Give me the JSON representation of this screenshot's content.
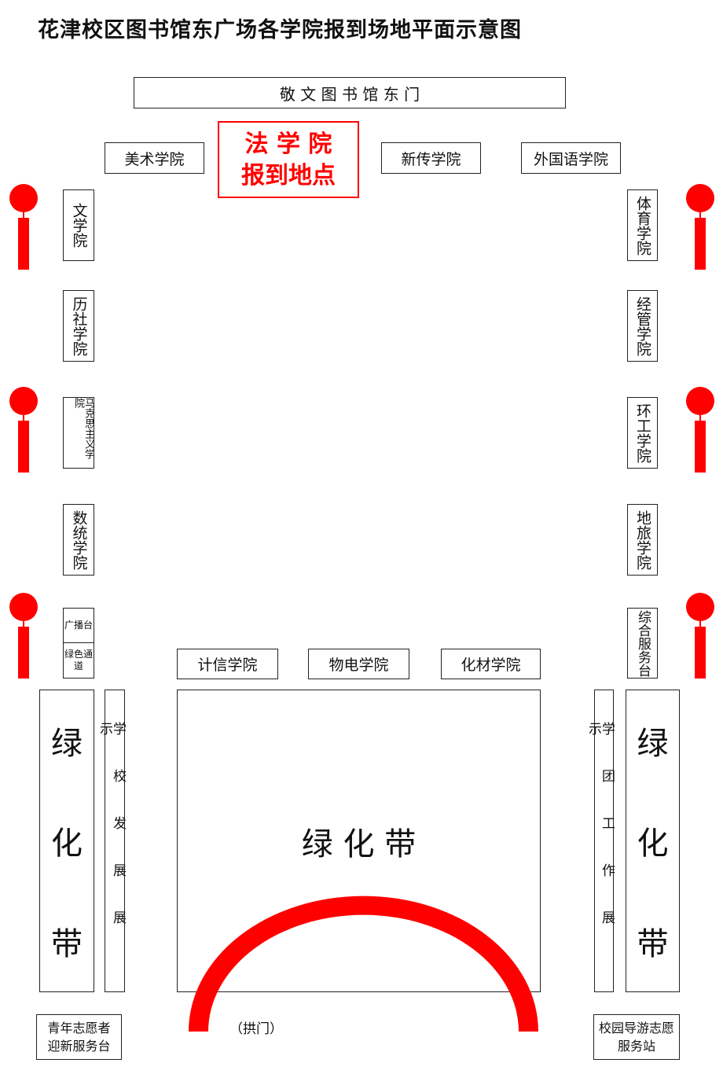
{
  "title": "花津校区图书馆东广场各学院报到场地平面示意图",
  "gate": "敬 文 图 书 馆 东 门",
  "top_row": {
    "art": "美术学院",
    "law_line1": "法 学 院",
    "law_line2": "报到地点",
    "news": "新传学院",
    "foreign": "外国语学院"
  },
  "left_col": {
    "lit": "文学院",
    "hist": "历社学院",
    "marx": "马克思主义学院",
    "math": "数统学院",
    "radio": "广播台",
    "green_channel": "绿色通道"
  },
  "right_col": {
    "pe": "体育学院",
    "econ": "经管学院",
    "env": "环工学院",
    "geo": "地旅学院",
    "service": "综合服务台"
  },
  "bottom_row": {
    "cs": "计信学院",
    "phys": "物电学院",
    "chem": "化材学院"
  },
  "green_belt_side": [
    "绿",
    "化",
    "带"
  ],
  "green_belt_center": "绿 化 带",
  "school_display": "学校发展展示",
  "league_display": "学团工作展示",
  "arch": "（拱门）",
  "volunteer_left": "青年志愿者迎新服务台",
  "volunteer_right": "校园导游志愿服务站",
  "colors": {
    "accent": "#ff0000"
  }
}
